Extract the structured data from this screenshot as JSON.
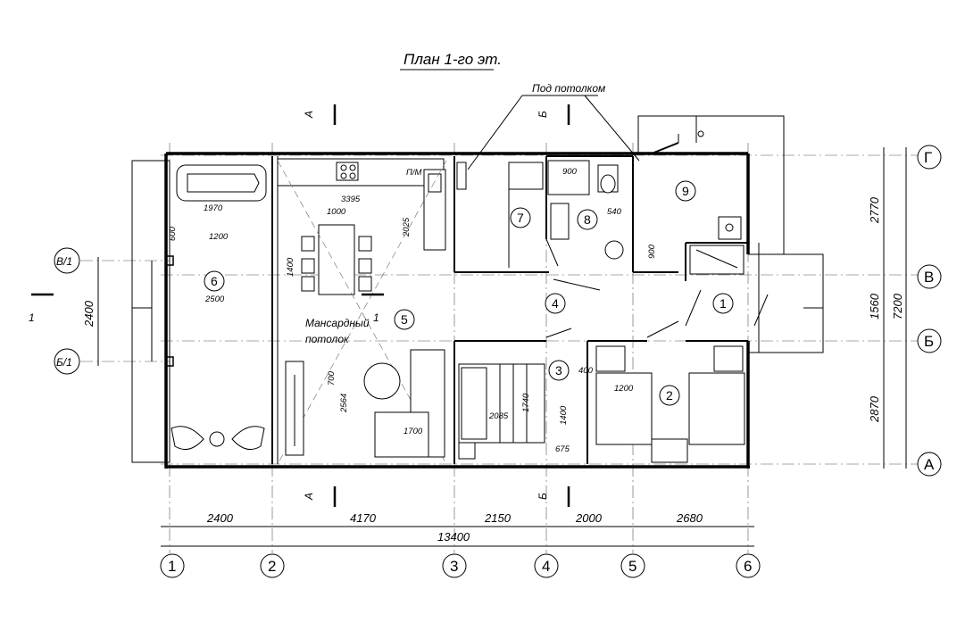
{
  "title": "План 1-го эт.",
  "notes": {
    "under_ceiling": "Под потолком",
    "attic_ceiling_1": "Мансардный",
    "attic_ceiling_2": "потолок",
    "pm": "П/М"
  },
  "axes_columns": [
    "1",
    "2",
    "3",
    "4",
    "5",
    "6"
  ],
  "axes_rows": [
    "Г",
    "В",
    "Б",
    "А"
  ],
  "axes_sub_rows": [
    "В/1",
    "Б/1"
  ],
  "section_marks": [
    "А",
    "Б",
    "1"
  ],
  "rooms": [
    "1",
    "2",
    "3",
    "4",
    "5",
    "6",
    "7",
    "8",
    "9"
  ],
  "dimensions": {
    "bottom_spans": [
      "2400",
      "4170",
      "2150",
      "2000",
      "2680"
    ],
    "bottom_total": "13400",
    "right_spans": [
      "2770",
      "1560",
      "2870"
    ],
    "right_total": "7200",
    "left_terrace": "2400",
    "interior": {
      "d1970": "1970",
      "d1200a": "1200",
      "d600": "600",
      "d2500": "2500",
      "d3395": "3395",
      "d1000": "1000",
      "d1400a": "1400",
      "d2025": "2025",
      "d900a": "900",
      "d540": "540",
      "d900b": "900",
      "d700": "700",
      "d2564": "2564",
      "d1700": "1700",
      "d2085": "2085",
      "d1740": "1740",
      "d400": "400",
      "d1400b": "1400",
      "d675": "675",
      "d1200b": "1200"
    }
  }
}
